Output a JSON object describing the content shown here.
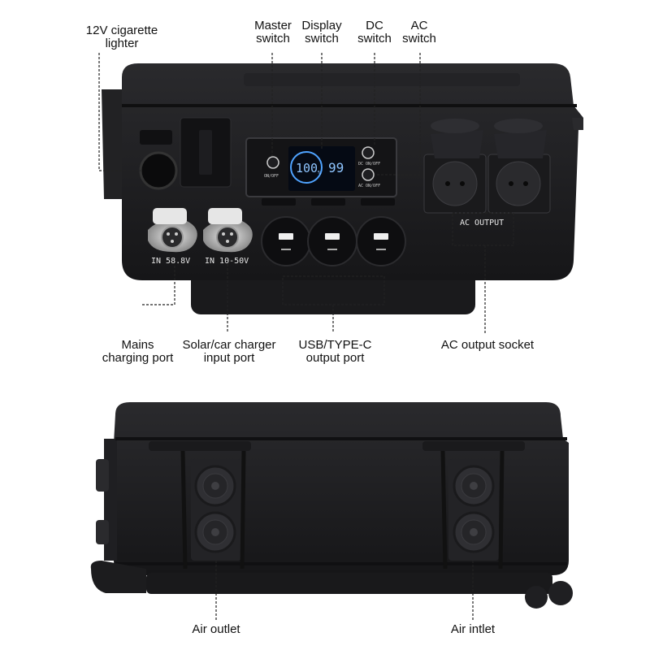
{
  "callouts": {
    "lighter": [
      "12V cigarette",
      "lighter"
    ],
    "master": [
      "Master",
      "switch"
    ],
    "display": [
      "Display",
      "switch"
    ],
    "dc": [
      "DC",
      "switch"
    ],
    "ac": [
      "AC",
      "switch"
    ],
    "mains": [
      "Mains",
      "charging port"
    ],
    "solar": [
      "Solar/car charger",
      "input port"
    ],
    "usb": [
      "USB/TYPE-C",
      "output port"
    ],
    "ac_socket": [
      "AC output socket"
    ],
    "air_outlet": [
      "Air outlet"
    ],
    "air_inlet": [
      "Air intlet"
    ]
  },
  "panel": {
    "port1_label": "IN 58.8V",
    "port2_label": "IN 10-50V",
    "ac_output": "AC OUTPUT",
    "on_off": "ON/OFF",
    "dc_on_off": "DC ON/OFF",
    "ac_on_off": "AC ON/OFF",
    "display_percent": "100",
    "display_percent_unit": "%",
    "display_second": "99"
  },
  "colors": {
    "body": "#1c1c1e",
    "body_edge": "#2e2e31",
    "lcd": "#4fa3ff",
    "metal": "#c8c8c8"
  }
}
